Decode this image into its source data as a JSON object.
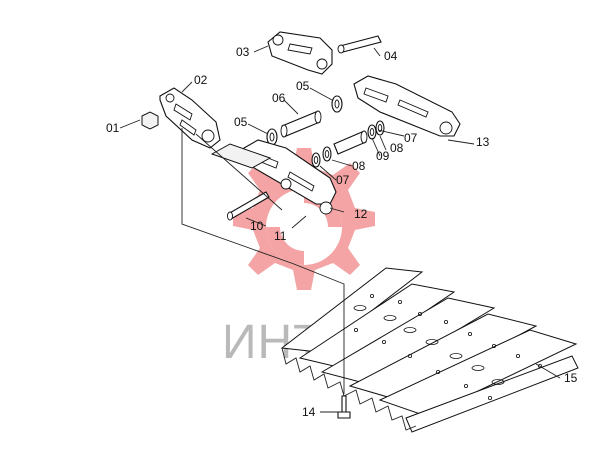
{
  "diagram": {
    "callouts": [
      {
        "id": "c01",
        "text": "01"
      },
      {
        "id": "c02",
        "text": "02"
      },
      {
        "id": "c03",
        "text": "03"
      },
      {
        "id": "c04",
        "text": "04"
      },
      {
        "id": "c05a",
        "text": "05"
      },
      {
        "id": "c05b",
        "text": "05"
      },
      {
        "id": "c06",
        "text": "06"
      },
      {
        "id": "c07a",
        "text": "07"
      },
      {
        "id": "c07b",
        "text": "07"
      },
      {
        "id": "c08a",
        "text": "08"
      },
      {
        "id": "c08b",
        "text": "08"
      },
      {
        "id": "c09",
        "text": "09"
      },
      {
        "id": "c10",
        "text": "10"
      },
      {
        "id": "c11",
        "text": "11"
      },
      {
        "id": "c12",
        "text": "12"
      },
      {
        "id": "c13",
        "text": "13"
      },
      {
        "id": "c14",
        "text": "14"
      },
      {
        "id": "c15",
        "text": "15"
      }
    ],
    "watermark": {
      "text": "ИНТЕХ",
      "color": "#f28b8b"
    }
  }
}
